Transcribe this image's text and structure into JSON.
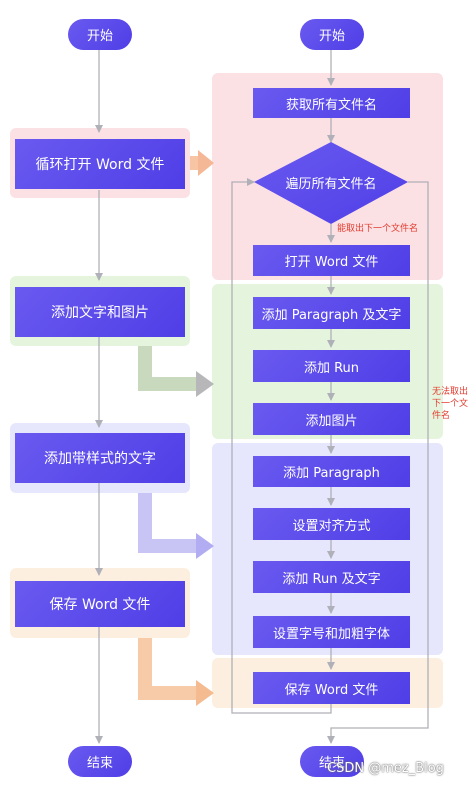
{
  "left_flow": {
    "start": "开始",
    "steps": [
      "循环打开 Word 文件",
      "添加文字和图片",
      "添加带样式的文字",
      "保存 Word 文件"
    ],
    "end": "结束"
  },
  "right_flow": {
    "start": "开始",
    "get_names": "获取所有文件名",
    "loop_decision": "遍历所有文件名",
    "open_file": "打开 Word 文件",
    "add_paragraph_text": "添加 Paragraph 及文字",
    "add_run": "添加 Run",
    "add_image": "添加图片",
    "add_paragraph": "添加 Paragraph",
    "set_alignment": "设置对齐方式",
    "add_run_text": "添加 Run 及文字",
    "set_font": "设置字号和加粗字体",
    "save_file": "保存 Word 文件",
    "end": "结束"
  },
  "notes": {
    "yes_branch": "能取出下一个文件名",
    "no_branch_lines": [
      "无法取出",
      "下一个文",
      "件名"
    ]
  },
  "watermark": "CSDN @mez_Blog",
  "colors": {
    "node": "#5b4bec",
    "pink_bg": "#fbe1e4",
    "green_bg": "#e5f5dd",
    "blue_bg": "#e6e6fd",
    "orange_bg": "#fdefe0",
    "note_red": "#e23b2e"
  }
}
